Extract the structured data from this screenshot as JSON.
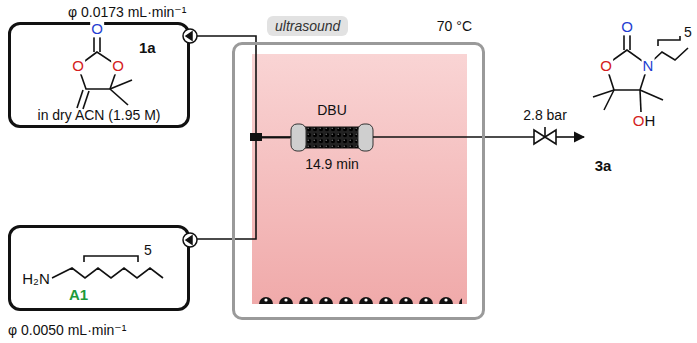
{
  "diagram": {
    "nodes": [
      {
        "text": [
          "1a",
          "in dry ACN (1.95 M)"
        ]
      },
      {
        "text": [
          "A1"
        ]
      },
      {
        "text": [
          "ultrasound",
          "70 °C"
        ]
      },
      {
        "text": [
          "DBU",
          "14.9 min"
        ],
        "in": 2
      }
    ],
    "edges": [
      {
        "from": 0,
        "to": 3,
        "arrow": "none"
      },
      {
        "from": 1,
        "to": 3,
        "arrow": "none"
      }
    ],
    "labels": [
      "φ 0.0173 mL·min⁻¹",
      "O",
      "O",
      "O",
      "H₂N",
      "5",
      "φ 0.0050 mL·min⁻¹",
      "2.8 bar",
      "O",
      "O",
      "N",
      "5",
      "OH",
      "3a"
    ]
  }
}
